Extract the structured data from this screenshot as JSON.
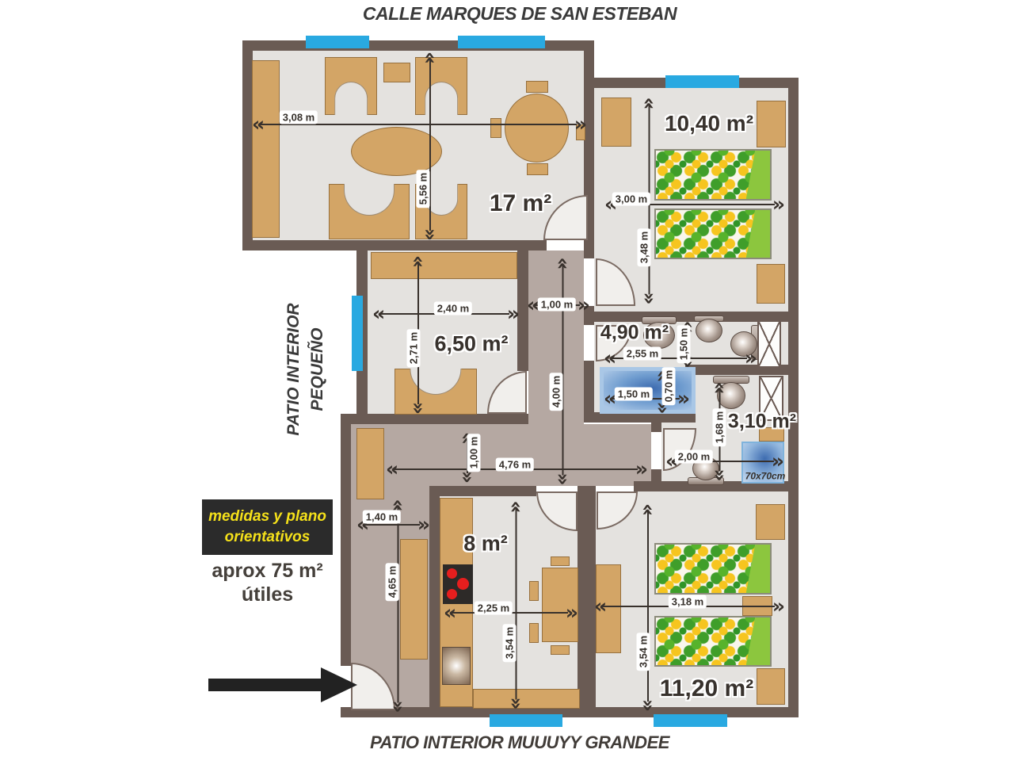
{
  "title": {
    "street": "CALLE MARQUES DE SAN ESTEBAN",
    "patio_small": [
      "PATIO INTERIOR",
      "PEQUEÑO"
    ],
    "patio_big": "PATIO INTERIOR MUUUYY GRANDEE"
  },
  "note": {
    "box_line1": "medidas y plano",
    "box_line2": "orientativos",
    "approx_line1": "aprox 75 m²",
    "approx_line2": "útiles"
  },
  "rooms": {
    "living": {
      "area": "17 m²",
      "width": "3,08 m",
      "height": "5,56 m"
    },
    "bedroom1": {
      "area": "10,40 m²",
      "width": "3,00 m",
      "height": "3,48 m"
    },
    "study": {
      "area": "6,50 m²",
      "width": "2,40 m",
      "height": "2,71 m"
    },
    "bath1": {
      "area": "4,90 m²",
      "width": "2,55 m",
      "depth": "1,50 m",
      "tub_width": "1,50 m",
      "tub_depth": "0,70 m"
    },
    "bath2": {
      "area": "3,10 m²",
      "width": "2,00 m",
      "depth": "1,68 m",
      "shower": "70x70cm"
    },
    "kitchen": {
      "area": "8 m²",
      "width": "2,25 m",
      "height": "3,54 m"
    },
    "bedroom2": {
      "area": "11,20 m²",
      "width": "3,18 m",
      "height": "3,54 m"
    },
    "corridor": {
      "width": "1,00 m",
      "length": "4,00 m"
    },
    "hallway": {
      "length": "4,76 m",
      "width": "1,00 m"
    },
    "entry": {
      "width": "1,40 m",
      "length": "4,65 m"
    }
  },
  "colors": {
    "wall": "#6a5b54",
    "room_floor": "#e4e2df",
    "corridor_floor": "#b5a8a2",
    "furniture": "#d3a566",
    "window": "#29a9e1",
    "bed_green": "#8cc63e",
    "bed_yellow": "#f6c51f",
    "tub_blue": "#6f9ccf",
    "note_yellow": "#f5e11a",
    "arrow": "#38312c"
  }
}
